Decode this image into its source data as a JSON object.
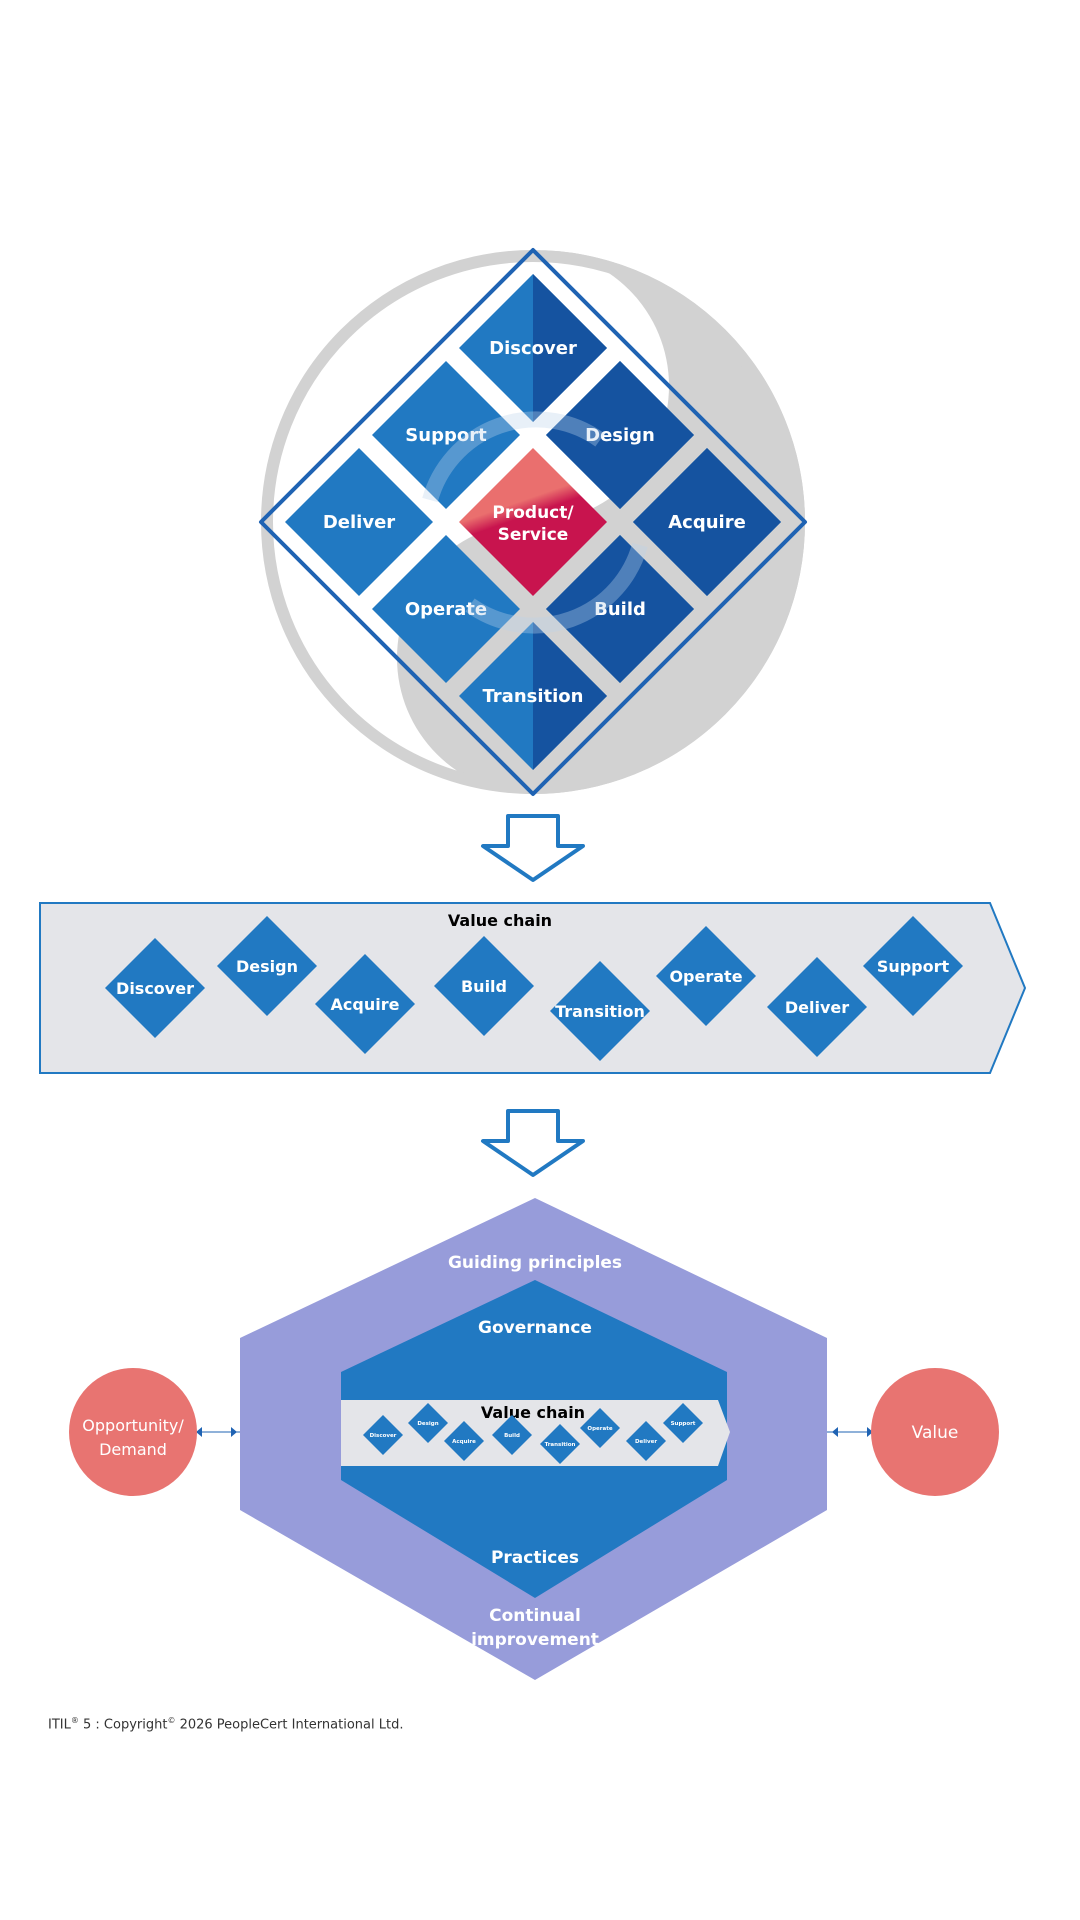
{
  "colors": {
    "blue": "#2179c2",
    "dark_blue": "#1553a0",
    "outline_blue": "#1f63b3",
    "center_top": "#ea6f6e",
    "center_bottom": "#c8144e",
    "grey_ring": "#d2d2d2",
    "panel_fill": "#e4e5e9",
    "hexagon": "#979cda",
    "coral": "#e87471",
    "white": "#ffffff",
    "black": "#000000"
  },
  "lifecycle": {
    "tiles": [
      "Discover",
      "Support",
      "Design",
      "Deliver",
      "Acquire",
      "Operate",
      "Build",
      "Transition"
    ],
    "center": [
      "Product/",
      "Service"
    ]
  },
  "value_chain": {
    "title": "Value chain",
    "activities": [
      "Discover",
      "Design",
      "Acquire",
      "Build",
      "Transition",
      "Operate",
      "Deliver",
      "Support"
    ]
  },
  "system": {
    "guiding_principles": "Guiding principles",
    "governance": "Governance",
    "value_chain_title": "Value chain",
    "practices": "Practices",
    "continual_improvement": [
      "Continual",
      "improvement"
    ],
    "input": [
      "Opportunity/",
      "Demand"
    ],
    "output": "Value"
  },
  "footer": {
    "brand": "ITIL",
    "reg": "®",
    "middle": " 5 : Copyright",
    "copy": "©",
    "rest": " 2026 PeopleCert International Ltd."
  }
}
